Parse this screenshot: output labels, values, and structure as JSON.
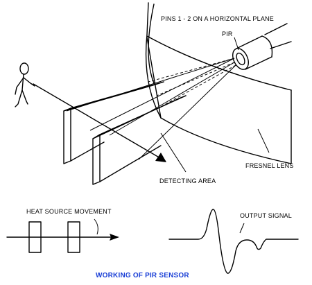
{
  "labels": {
    "pins": "PINS 1 - 2 ON A HORIZONTAL PLANE",
    "pir": "PIR",
    "fresnel": "FRESNEL LENS",
    "detecting_area": "DETECTING AREA",
    "heat_source": "HEAT SOURCE MOVEMENT",
    "output_signal": "OUTPUT SIGNAL"
  },
  "caption": {
    "text": "WORKING OF PIR SENSOR",
    "color": "#1a3fd6"
  }
}
